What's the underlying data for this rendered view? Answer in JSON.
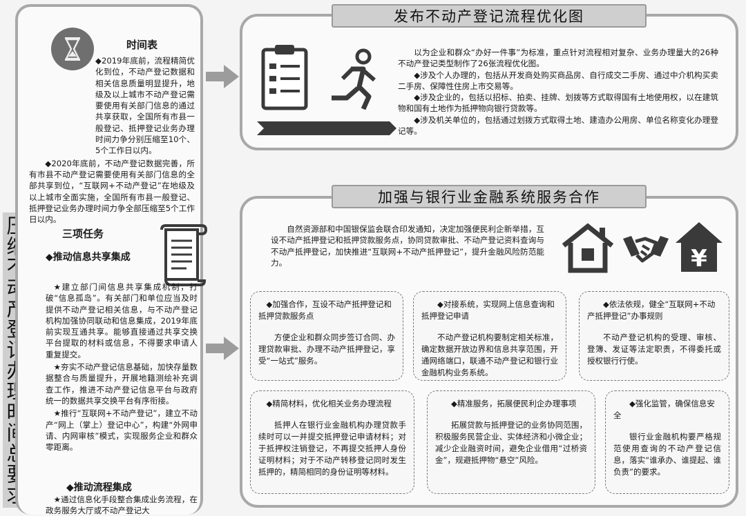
{
  "vertical_title": "压缩不动产登记办理时间总要求",
  "left": {
    "timeline_title": "时间表",
    "timeline_p1_head": "◆2019年底前，流程精简优化到位，",
    "timeline_p1": "◆2019年底前，流程精简优化到位，不动产登记数据和相关信息质量明显提升，地级及以上城市不动产登记需要使用有关部门信息的通过共享获取，全国所有市县一般登记、抵押登记业务办理时间力争分别压缩至10个、5个工作日以内。",
    "timeline_p2": "◆2020年底前，不动产登记数据完善，所有市县不动产登记需要使用有关部门信息的全部共享到位，“互联网+不动产登记”在地级及以上城市全面实施，全国所有市县一般登记、抵押登记业务办理时间力争全部压缩至5个工作日以内。",
    "tasks_title": "三项任务",
    "task1_title": "◆推动信息共享集成",
    "task1_p1": "★建立部门间信息共享集成机制，打破“信息孤岛”。有关部门和单位应当及时提供不动产登记相关信息，与不动产登记机构加强协同联动和信息集成，2019年底前实现互通共享。能够直接通过共享交换平台提取的材料或信息，不得要求申请人重复提交。",
    "task1_p2": "★夯实不动产登记信息基础，加快存量数据整合与质量提升，开展地籍测绘补充调查工作，推进不动产登记信息平台与政府统一的数据共享交换平台有序衔接。",
    "task1_p3": "★推行“互联网+不动产登记”，建立不动产“网上（掌上）登记中心”，构建“外网申请、内网审核”模式，实现服务企业和群众零距离。",
    "task2_title": "◆推动流程集成",
    "task2_p1": "★通过信息化手段整合集成业务流程，在政务服务大厅或不动产登记大"
  },
  "top": {
    "title": "发布不动产登记流程优化图",
    "p1": "以为企业和群众“办好一件事”为标准，重点针对流程相对复杂、业务办理量大的26种不动产登记类型制作了26张流程优化图。",
    "p2": "◆涉及个人办理的，包括从开发商处购买商品房、自行成交二手房、通过中介机构买卖二手房、保障性住房上市交易等。",
    "p3": "◆涉及企业的，包括以招标、拍卖、挂牌、划拨等方式取得国有土地使用权，以在建筑物和国有土地作为抵押物向银行贷款等。",
    "p4": "◆涉及机关单位的，包括通过划拨方式取得土地、建造办公用房、单位名称变化办理登记等。"
  },
  "bottom": {
    "title": "加强与银行业金融系统服务合作",
    "intro": "自然资源部和中国银保监会联合印发通知，决定加强便民利企新举措，互设不动产抵押登记和抵押贷款服务点，协同贷款审批、不动产登记资料查询与不动产抵押登记，加快推进“互联网+不动产抵押登记”，提升金融风险防范能力。",
    "boxes": [
      {
        "title": "◆加强合作，互设不动产抵押登记和抵押贷款服务点",
        "body": "方便企业和群众同步签订合同、办理贷款审批、办理不动产抵押登记，享受“一站式”服务。"
      },
      {
        "title": "◆对接系统，实现网上信息查询和抵押登记申请",
        "body": "不动产登记机构要制定相关标准，确定数据开放边界和信息共享范围，开通网络端口，联通不动产登记和银行业金融机构业务系统。"
      },
      {
        "title": "◆依法依规，健全“互联网+不动产抵押登记”办事规则",
        "body": "不动产登记机构的受理、审核、登簿、发证等法定职责，不得委托或授权银行行使。"
      },
      {
        "title": "◆精简材料，优化相关业务办理流程",
        "body": "抵押人在银行业金融机构办理贷款手续时可以一并提交抵押登记申请材料；对于抵押权注销登记，不再提交抵押人身份证明材料；对于不动产转移登记同时发生抵押的，精简相同的身份证明等材料。"
      },
      {
        "title": "◆精准服务，拓展便民利企办理事项",
        "body": "拓展贷款与抵押登记的业务协同范围，积极服务民营企业、实体经济和小微企业；减少企业融资时间，避免企业借用“过桥资金”，规避抵押物“悬空”风险。"
      },
      {
        "title": "◆强化监管，确保信息安全",
        "body": "银行业金融机构要严格规范使用查询的不动产登记信息，落实“谁承办、谁提起、谁负责”的要求。"
      }
    ]
  },
  "icons": [
    "hourglass-icon",
    "scroll-icon",
    "clipboard-icon",
    "running-man-icon",
    "chevron-arrows-icon",
    "house-icon",
    "handshake-icon",
    "yuan-house-icon",
    "right-arrow-icon"
  ],
  "colors": {
    "panel_border": "#a8a8a8",
    "title_bar": "#cfcfcf",
    "icon_dark": "#3a3a3a"
  }
}
